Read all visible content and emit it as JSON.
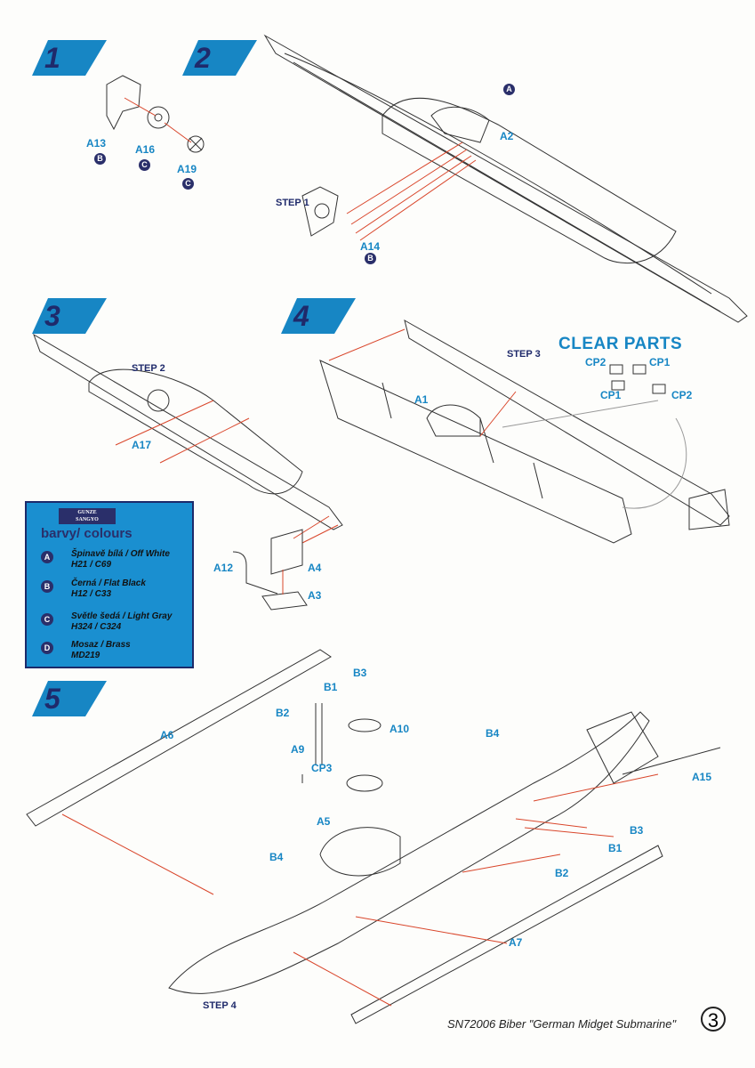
{
  "steps": [
    "1",
    "2",
    "3",
    "4",
    "5"
  ],
  "step_refs": {
    "s1": "STEP 1",
    "s2": "STEP 2",
    "s3": "STEP 3",
    "s4": "STEP 4"
  },
  "parts": {
    "a13": "A13",
    "a16": "A16",
    "a19": "A19",
    "a2": "A2",
    "a14": "A14",
    "a17": "A17",
    "a12": "A12",
    "a4": "A4",
    "a3": "A3",
    "a1": "A1",
    "cp2a": "CP2",
    "cp1a": "CP1",
    "cp1b": "CP1",
    "cp2b": "CP2",
    "b3a": "B3",
    "b1a": "B1",
    "b2a": "B2",
    "a6": "A6",
    "a10": "A10",
    "a9": "A9",
    "cp3": "CP3",
    "a5": "A5",
    "b4a": "B4",
    "a15": "A15",
    "b3b": "B3",
    "b1b": "B1",
    "b2b": "B2",
    "b4b": "B4",
    "a7": "A7"
  },
  "color_marks": {
    "m1": "B",
    "m2": "C",
    "m3": "C",
    "m4": "A",
    "m5": "B"
  },
  "clear_parts": "CLEAR PARTS",
  "legend": {
    "brand": "GUNZE SANGYO",
    "title": "barvy/ colours",
    "items": [
      {
        "code": "A",
        "name": "Špinavě bílá / Off White",
        "ref": "H21 / C69",
        "color": "#f2f0e6"
      },
      {
        "code": "B",
        "name": "Černá / Flat Black",
        "ref": "H12 / C33",
        "color": "#222222"
      },
      {
        "code": "C",
        "name": "Světle šedá / Light Gray",
        "ref": "H324 / C324",
        "color": "#b9b9b9"
      },
      {
        "code": "D",
        "name": "Mosaz / Brass",
        "ref": "MD219",
        "color": "#d9b26a"
      }
    ]
  },
  "footer": "SN72006 Biber \"German Midget Submarine\"",
  "page_number": "3",
  "colors": {
    "step_badge": "#1786c4",
    "label": "#1786c4",
    "assembly_line": "#d9462b"
  }
}
